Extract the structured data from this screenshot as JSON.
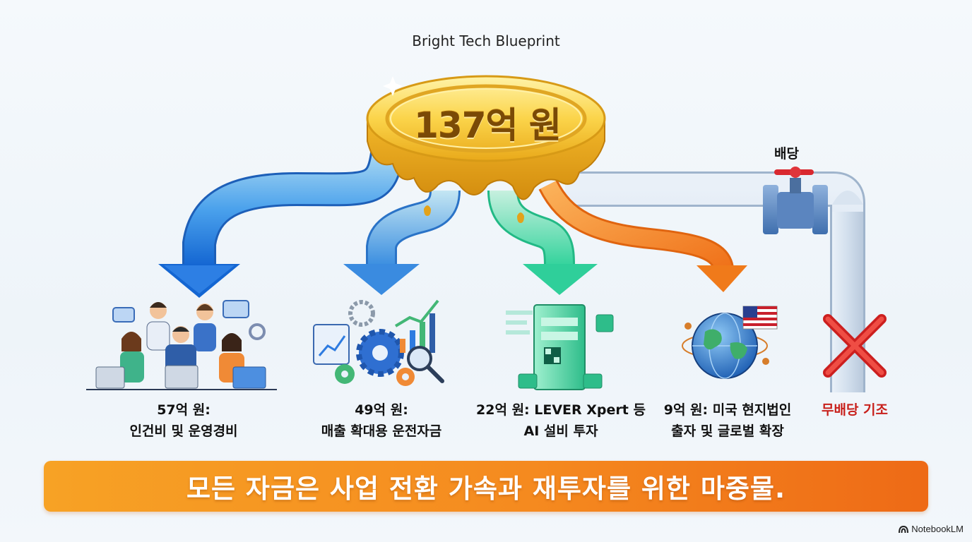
{
  "header": {
    "title": "Bright Tech Blueprint"
  },
  "coin": {
    "amount": "137억 원"
  },
  "flows": [
    {
      "line1": "57억 원:",
      "line2": "인건비 및 운영경비",
      "color": "#1c7fe0",
      "icon": "team-icon"
    },
    {
      "line1": "49억 원:",
      "line2": "매출 확대용 운전자금",
      "color": "#3f95de",
      "icon": "gears-chart-icon"
    },
    {
      "line1": "22억 원: LEVER Xpert 등",
      "line2": "AI 설비 투자",
      "color": "#2fcf9a",
      "icon": "server-chip-icon"
    },
    {
      "line1": "9억 원: 미국 현지법인",
      "line2": "출자 및 글로벌 확장",
      "color": "#f5861f",
      "icon": "globe-flag-icon"
    }
  ],
  "dividend": {
    "label": "배당",
    "status": "무배당 기조",
    "icon": "valve-pipe-icon",
    "mark": "x-mark-icon"
  },
  "banner": {
    "text": "모든 자금은 사업 전환 가속과 재투자를 위한 마중물."
  },
  "brand": {
    "name": "NotebookLM"
  }
}
